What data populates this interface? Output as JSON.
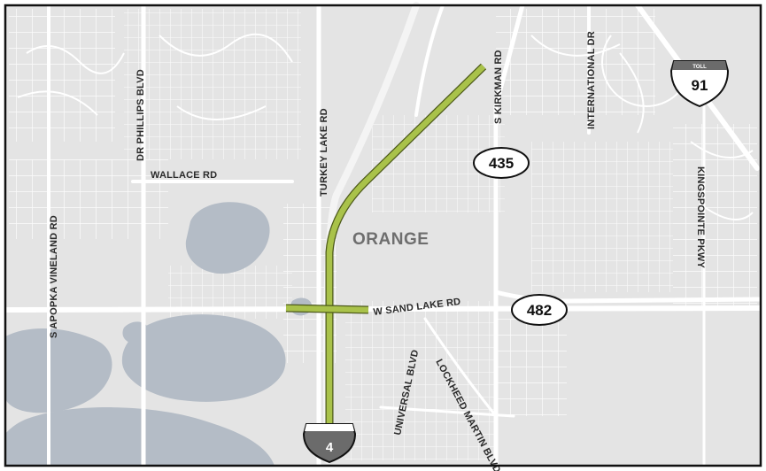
{
  "colors": {
    "land": "#e4e4e4",
    "water": "#b4bcc6",
    "street": "#ffffff",
    "highlight": "#a9c24a",
    "highlight_outline": "#4d5a1a",
    "interstate_shield": "#6b6b6b"
  },
  "county_label": "ORANGE",
  "road_labels": {
    "dr_phillips": "DR PHILLIPS BLVD",
    "turkey_lake": "TURKEY LAKE RD",
    "kirkman": "S KIRKMAN RD",
    "international": "INTERNATIONAL DR",
    "wallace": "WALLACE RD",
    "apopka_vineland": "S APOPKA VINELAND RD",
    "sand_lake": "W SAND LAKE RD",
    "universal": "UNIVERSAL BLVD",
    "lockheed": "LOCKHEED MARTIN BLVD",
    "kingspointe": "KINGSPOINTE PKWY"
  },
  "shields": {
    "sr435": "435",
    "sr482": "482",
    "toll91": {
      "number": "91",
      "label": "TOLL"
    },
    "i4": "4"
  }
}
